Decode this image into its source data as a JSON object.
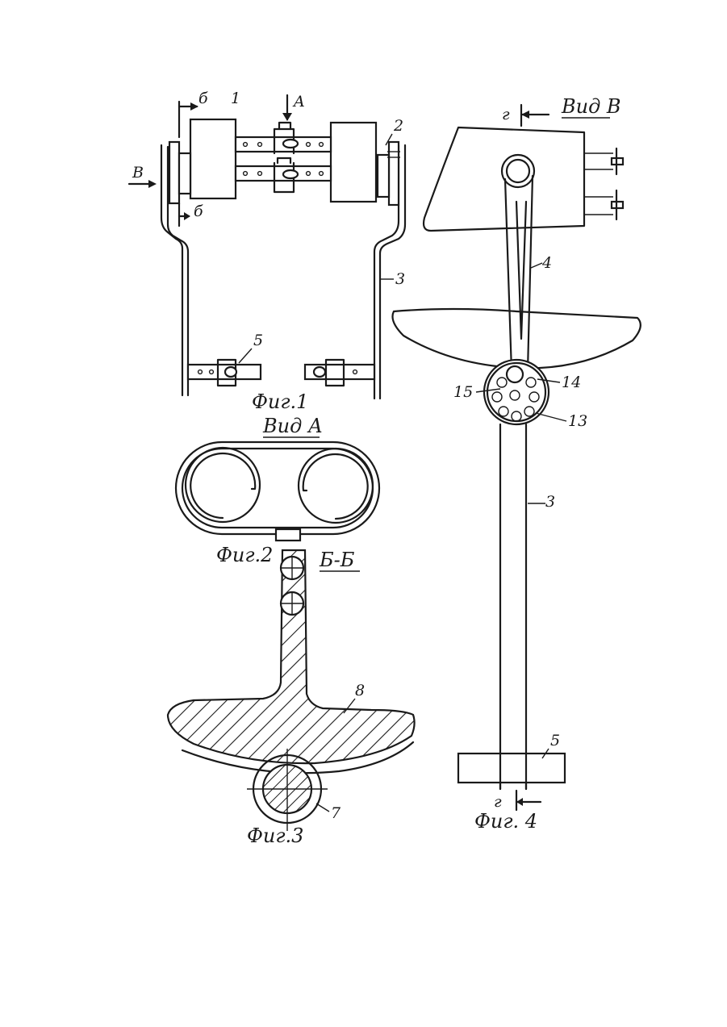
{
  "figures": {
    "fig1": {
      "caption": "Фиг.1"
    },
    "fig2": {
      "view_title": "Вид А",
      "caption": "Фиг.2"
    },
    "fig3": {
      "section_title": "Б-Б",
      "caption": "Фиг.3"
    },
    "fig4": {
      "view_title": "Вид В",
      "caption": "Фиг. 4"
    }
  },
  "labels": {
    "n1": "1",
    "n2": "2",
    "n3": "3",
    "n4": "4",
    "n5": "5",
    "n7": "7",
    "n8": "8",
    "n13": "13",
    "n14": "14",
    "n15": "15",
    "arrow_A": "A",
    "arrow_B": "В",
    "sec_b": "б",
    "sec_g": "г"
  },
  "icons": {
    "section_arrow": "section-arrow-icon"
  }
}
